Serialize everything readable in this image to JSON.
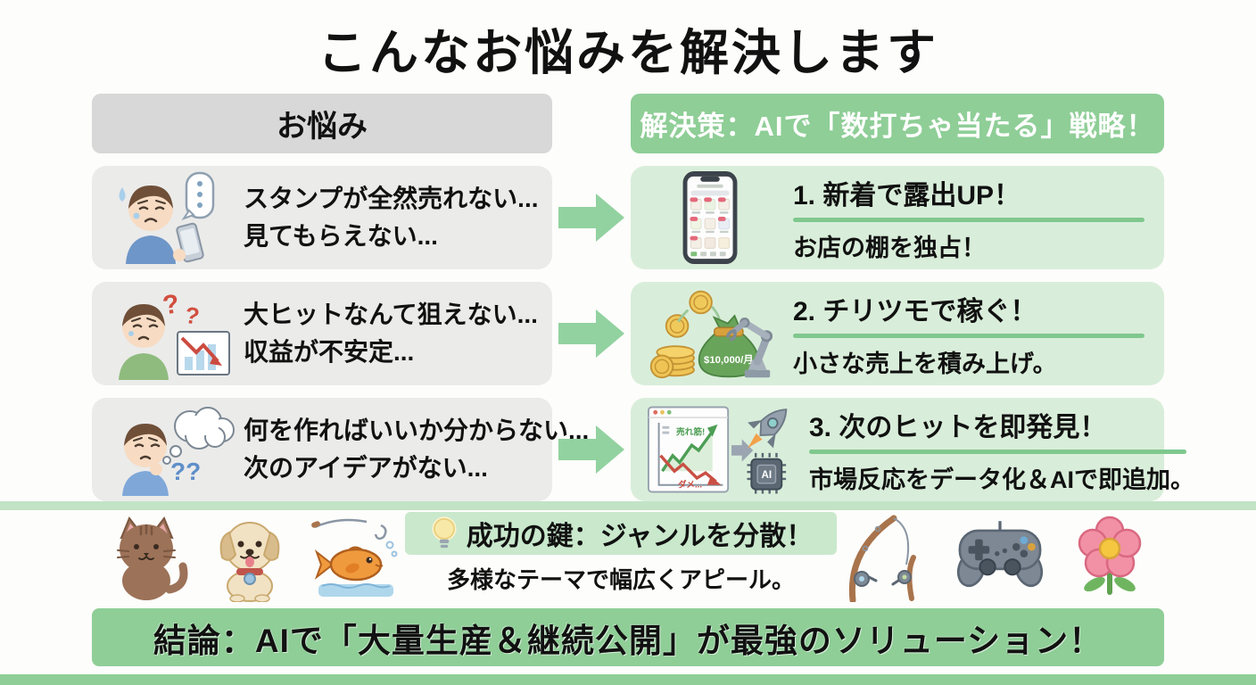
{
  "title": "こんなお悩みを解決します",
  "headers": {
    "problems": "お悩み",
    "solutions": "解決策：AIで「数打ちゃ当たる」戦略！"
  },
  "rows": [
    {
      "problem": {
        "line1": "スタンプが全然売れない...",
        "line2": "見てもらえない...",
        "icon": "worried-person-phone-icon"
      },
      "solution": {
        "title": "1. 新着で露出UP！",
        "subtitle": "お店の棚を独占！",
        "icon": "smartphone-stamp-store-icon"
      }
    },
    {
      "problem": {
        "line1": "大ヒットなんて狙えない...",
        "line2": "収益が不安定...",
        "icon": "confused-person-declining-chart-icon"
      },
      "solution": {
        "title": "2. チリツモで稼ぐ！",
        "subtitle": "小さな売上を積み上げ。",
        "icon": "money-bag-robot-arm-icon",
        "money_bag_label": "$10,000/月"
      }
    },
    {
      "problem": {
        "line1": "何を作ればいいか分からない...",
        "line2": "次のアイデアがない...",
        "icon": "thinking-person-thought-bubble-icon"
      },
      "solution": {
        "title": "3. 次のヒットを即発見！",
        "subtitle": "市場反応をデータ化＆AIで即追加。",
        "icon": "analytics-rocket-ai-chip-icon",
        "chart_up_label": "売れ筋!",
        "chart_down_label": "ダメ...",
        "chip_label": "AI"
      }
    }
  ],
  "success_key": {
    "title": "成功の鍵：ジャンルを分散！",
    "subtitle": "多様なテーマで幅広くアピール。",
    "bulb_icon": "lightbulb-icon",
    "left_icons": [
      "cat-icon",
      "dog-icon",
      "fish-icon"
    ],
    "right_icons": [
      "fishing-rod-icon",
      "game-controller-icon",
      "flower-icon"
    ]
  },
  "conclusion": "結論：AIで「大量生産＆継続公開」が最強のソリューション！",
  "colors": {
    "accent_green": "#8FCE97",
    "solution_bg_green": "#D9EEDA",
    "problem_bg_gray": "#EBEBEA",
    "underline_green": "#7FC88E",
    "arrow_green": "#92D2A0"
  }
}
